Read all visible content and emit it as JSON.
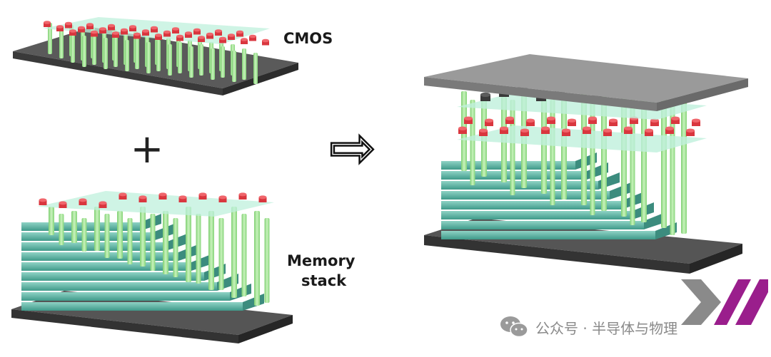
{
  "labels": {
    "cmos": "CMOS",
    "memory_line1": "Memory",
    "memory_line2": "stack"
  },
  "symbols": {
    "plus": "+",
    "arrow": "⇨"
  },
  "watermark": {
    "text": "公众号 · 半导体与物理",
    "icon": "wechat-icon"
  },
  "logo": {
    "colors": [
      "#8a8a8a",
      "#9a1e8c"
    ]
  },
  "colors": {
    "substrate": "#4a4a4a",
    "pillar": "#a8e29a",
    "contact": "#d9363e",
    "memory_layer": "#5fb8a8",
    "cap_plate": "#8f8f8f"
  }
}
